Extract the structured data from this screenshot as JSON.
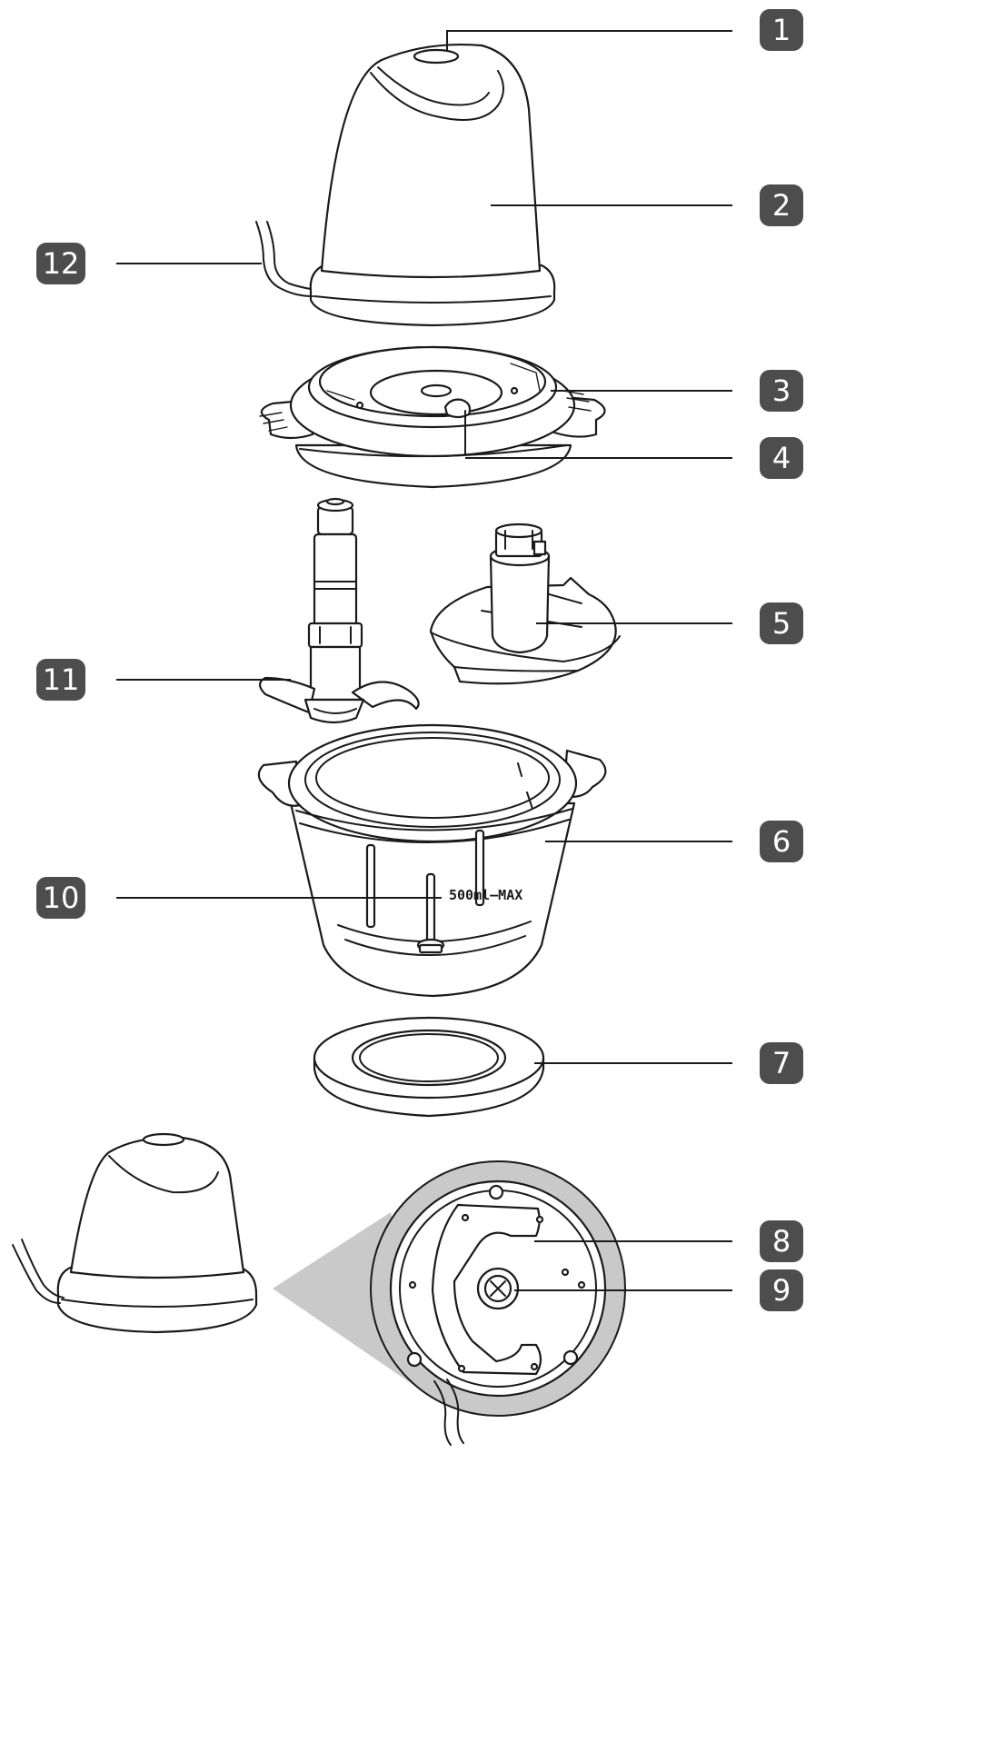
{
  "callouts": [
    {
      "num": "1"
    },
    {
      "num": "2"
    },
    {
      "num": "3"
    },
    {
      "num": "4"
    },
    {
      "num": "5"
    },
    {
      "num": "6"
    },
    {
      "num": "7"
    },
    {
      "num": "8"
    },
    {
      "num": "9"
    },
    {
      "num": "10"
    },
    {
      "num": "11"
    },
    {
      "num": "12"
    }
  ],
  "bowl": {
    "max_mark": "500ml–MAX"
  },
  "colors": {
    "badge": "#4d4d4d",
    "line": "#1a1a1a",
    "shade": "#c9c9c9"
  }
}
